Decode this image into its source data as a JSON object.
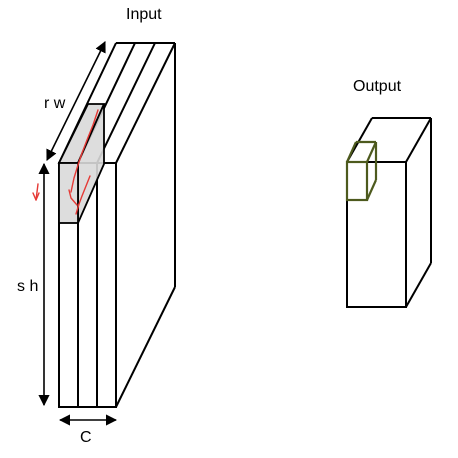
{
  "labels": {
    "input_title": "Input",
    "output_title": "Output",
    "rw": "r w",
    "sh": "s h",
    "c": "C"
  },
  "colors": {
    "stroke": "#000000",
    "window_fill": "#d9d9d9",
    "trace": "#e53935",
    "output_cell": "#4d5a1e"
  }
}
